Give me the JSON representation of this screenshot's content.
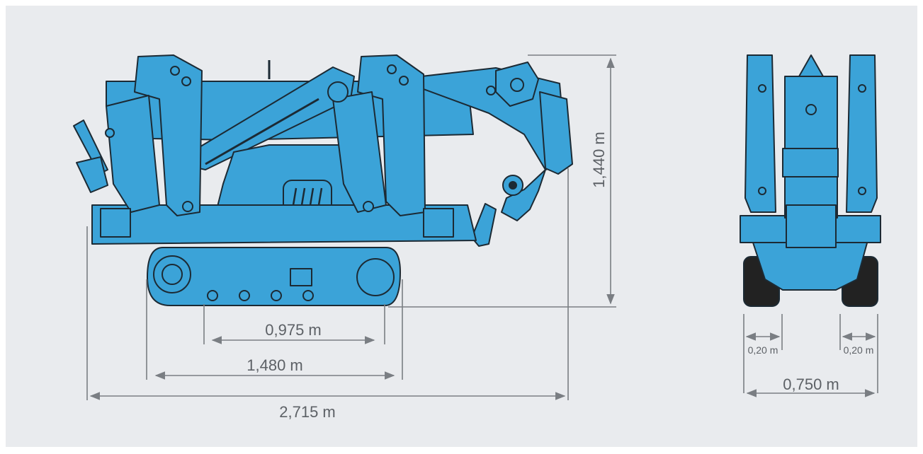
{
  "colors": {
    "background": "#e9ebee",
    "machine_blue": "#3ba3d8",
    "machine_outline": "#1c2a34",
    "tyre": "#222222",
    "dimension_line": "#7a7e83",
    "dimension_text": "#5d6166"
  },
  "side_view": {
    "dimensions": {
      "height": "1,440 m",
      "track_inner": "0,975 m",
      "track_length": "1,480 m",
      "overall_length": "2,715 m"
    }
  },
  "front_view": {
    "dimensions": {
      "track_width_left": "0,20 m",
      "track_width_right": "0,20 m",
      "overall_width": "0,750 m"
    }
  }
}
